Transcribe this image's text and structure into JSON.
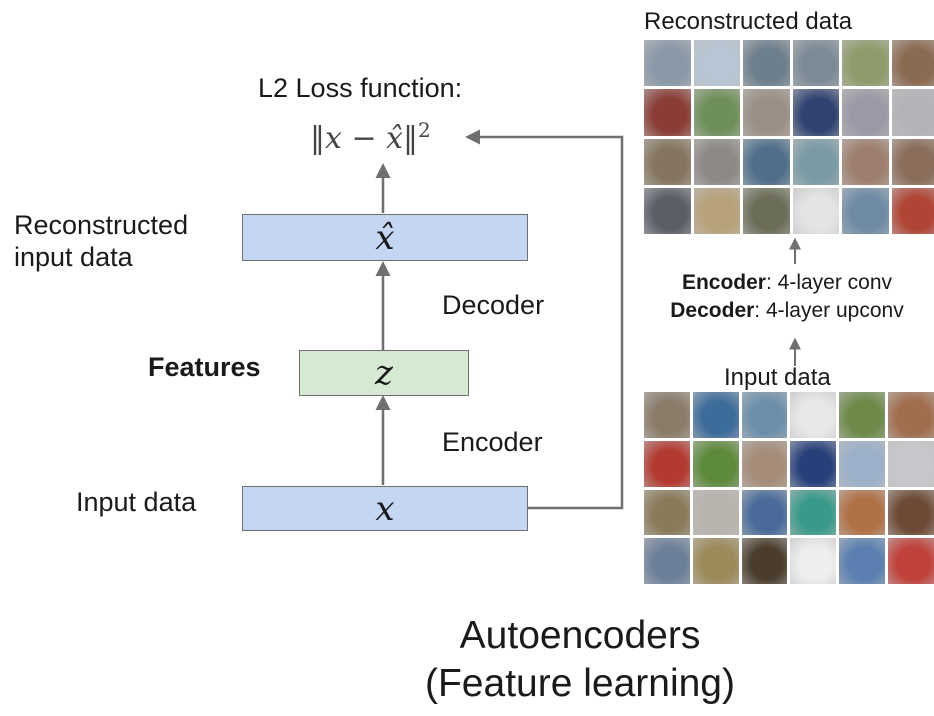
{
  "loss": {
    "title": "L2 Loss function:",
    "formula_main": "‖x − x̂‖",
    "formula_exp": "2"
  },
  "left": {
    "reconstructed_label_line1": "Reconstructed",
    "reconstructed_label_line2": "input data",
    "reconstructed_symbol": "x̂",
    "decoder_label": "Decoder",
    "features_label": "Features",
    "features_symbol": "z",
    "encoder_label": "Encoder",
    "input_label": "Input data",
    "input_symbol": "x"
  },
  "right": {
    "reconstructed_title": "Reconstructed data",
    "encoder_bold": "Encoder",
    "encoder_rest": ": 4-layer conv",
    "decoder_bold": "Decoder",
    "decoder_rest": ": 4-layer upconv",
    "input_title": "Input data"
  },
  "caption": {
    "line1": "Autoencoders",
    "line2": "(Feature learning)"
  },
  "colors": {
    "box_blue": "#c5d6f5",
    "box_green": "#d6ead3",
    "arrow": "#6f6f6f",
    "reconstructed_tiles": [
      "#8a98a8",
      "#b7c6d4",
      "#6d7f8c",
      "#7c8a96",
      "#8f9b6a",
      "#8b6a52",
      "#8a3c35",
      "#6f8f5a",
      "#9a8f84",
      "#2f4270",
      "#9a9aa6",
      "#b3b4b8",
      "#857560",
      "#8d8a85",
      "#4f6e8a",
      "#7a9aa5",
      "#9e7f6f",
      "#8a6d5a",
      "#5a5f66",
      "#b7a27a",
      "#6c6d58",
      "#e4e4e4",
      "#6f8aa5",
      "#b04535"
    ],
    "input_tiles": [
      "#8b7c6a",
      "#3e6c9a",
      "#6d8faa",
      "#e8e8e8",
      "#6d8a4a",
      "#a06d4d",
      "#b33a30",
      "#5e8a3c",
      "#a58d7a",
      "#27407a",
      "#9cb0c9",
      "#c8c8cc",
      "#8a7a5a",
      "#b8b3ad",
      "#4a6b9a",
      "#3a9a8a",
      "#b07045",
      "#6d4a35",
      "#6c7f99",
      "#9c8a5a",
      "#4a3d2d",
      "#eeeeee",
      "#5a7fb0",
      "#c0403a"
    ]
  }
}
